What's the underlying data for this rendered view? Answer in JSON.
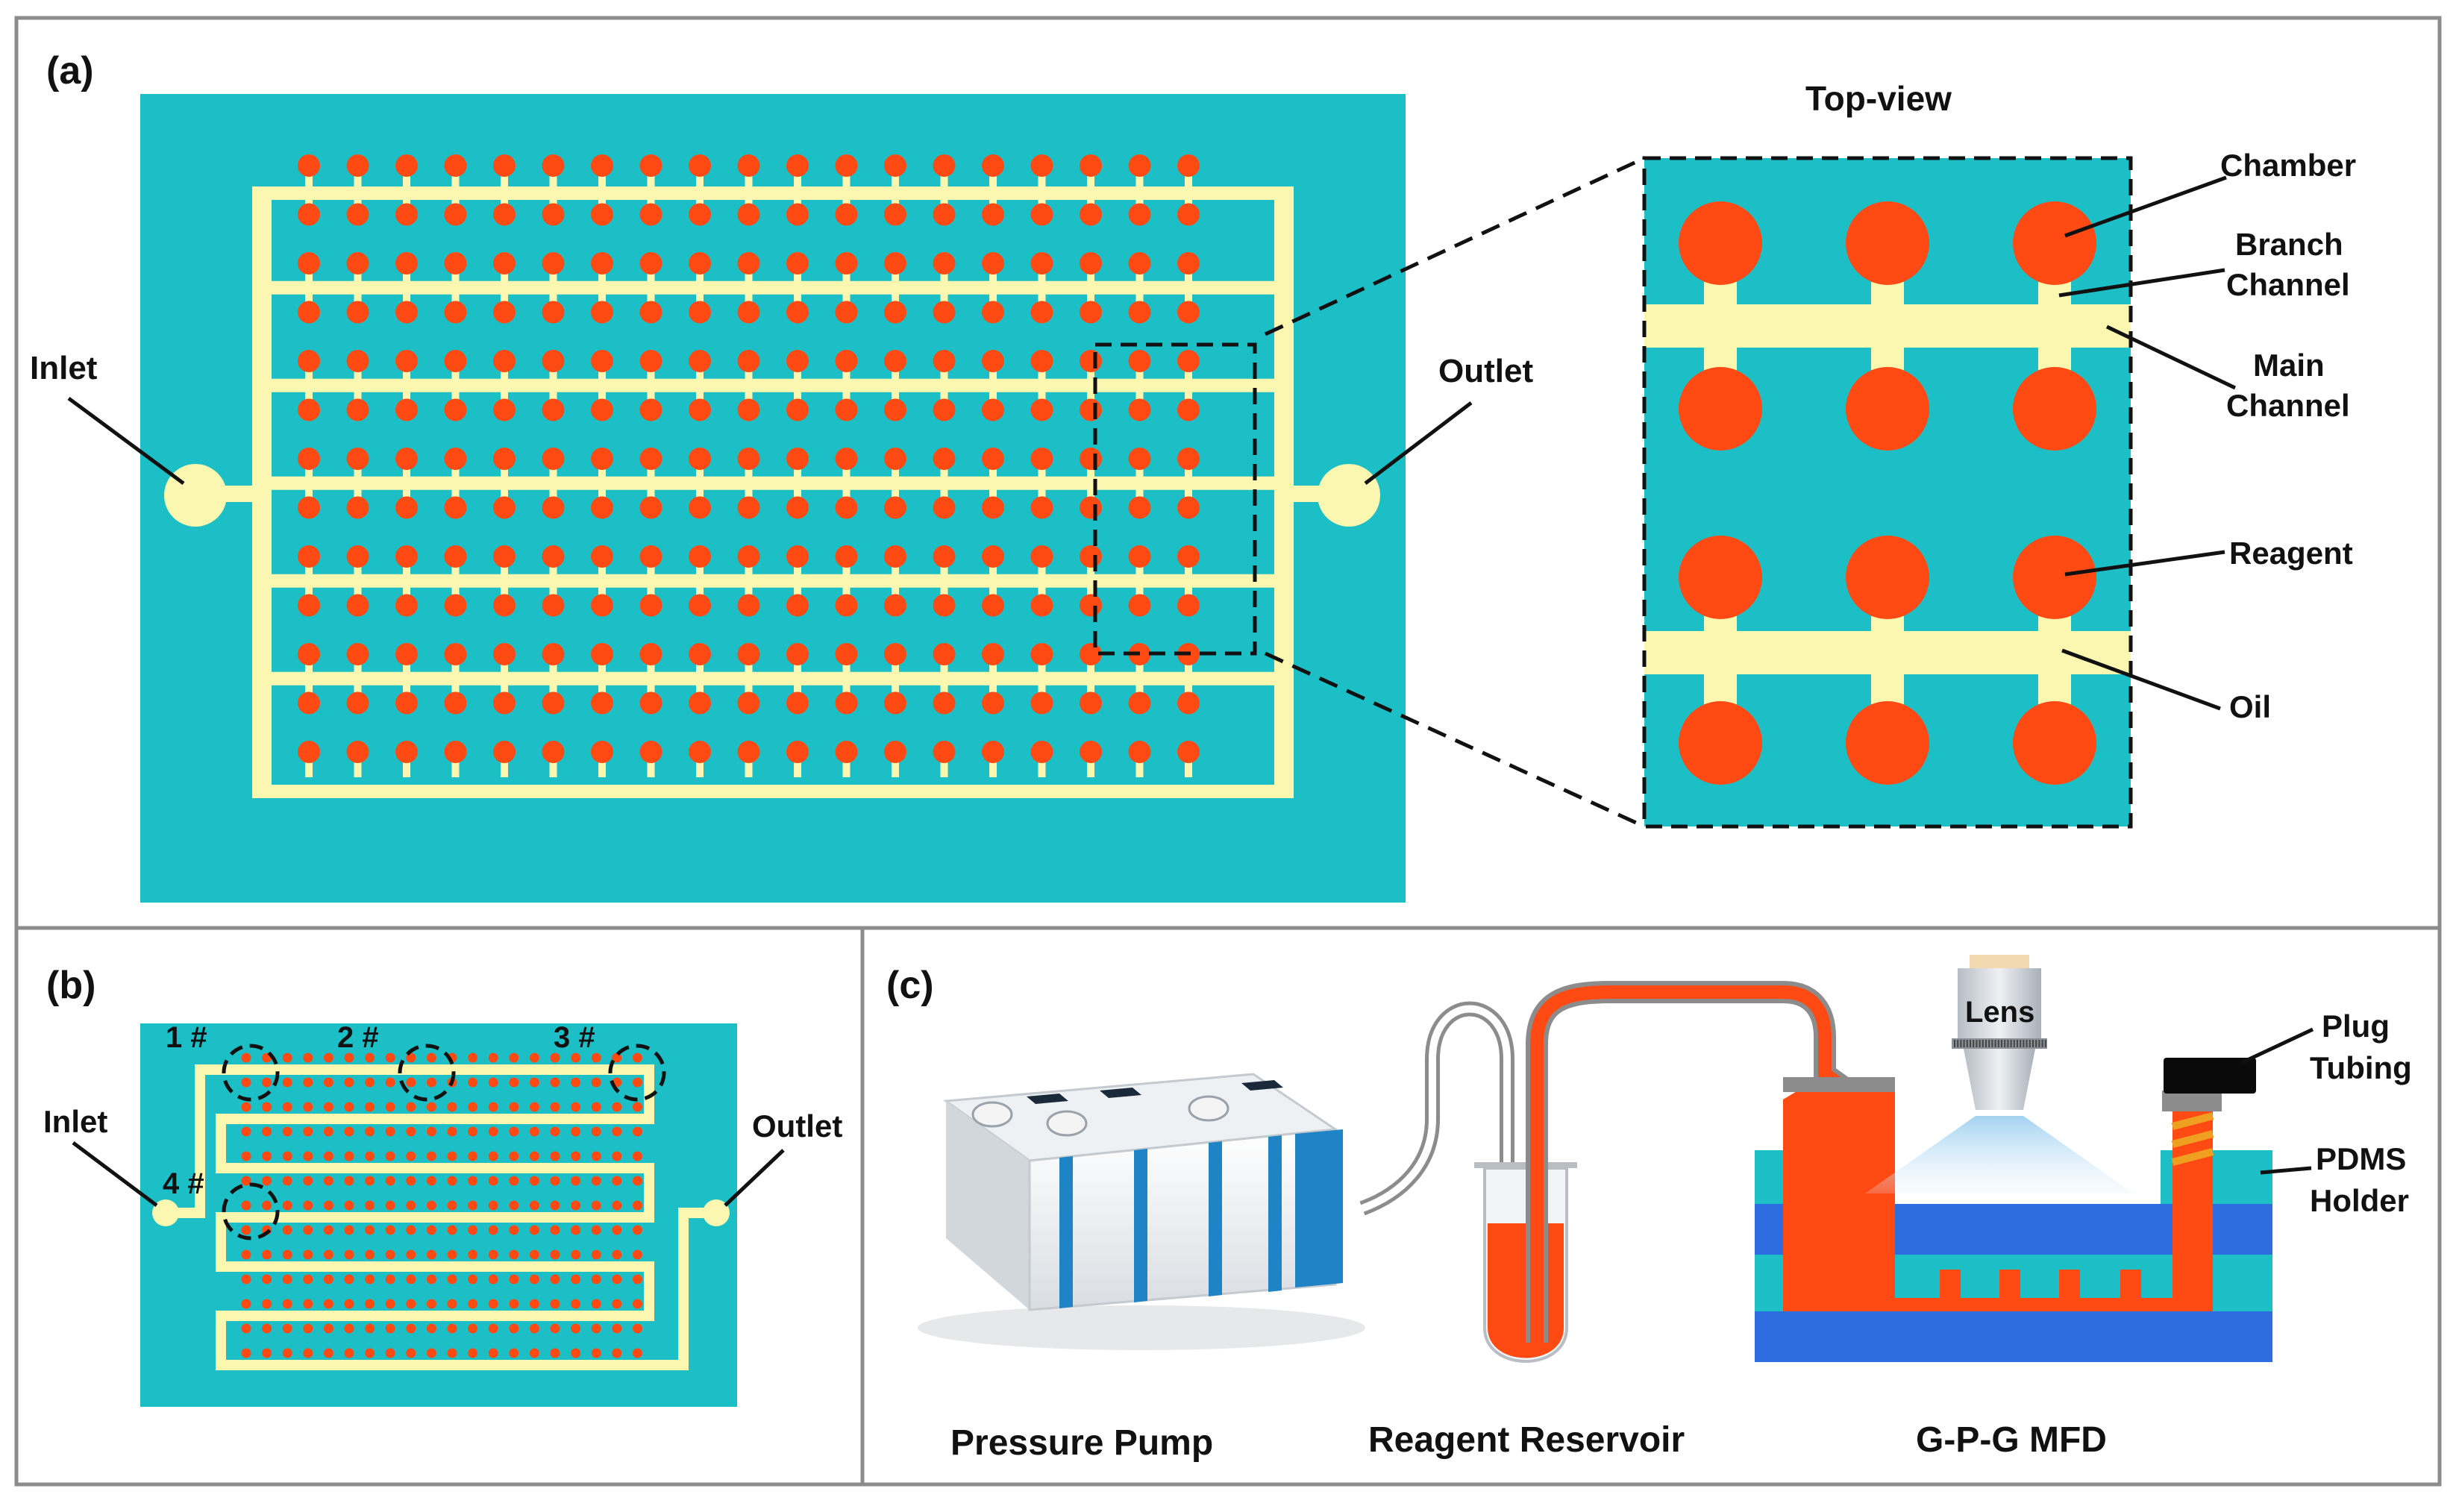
{
  "colors": {
    "substrate": "#1cbfc6",
    "channel": "#fbf6b0",
    "chamber": "#ff4a14",
    "frame": "#8c8c8c",
    "glass": "#2e6de0",
    "pump_blue": "#1e84c6",
    "cap": "#0a0a0a",
    "plug_band": "#f0a020"
  },
  "panel_a": {
    "label": "(a)",
    "inlet": "Inlet",
    "outlet": "Outlet",
    "zoom_title": "Top-view",
    "callouts": {
      "chamber": "Chamber",
      "branch_1": "Branch",
      "branch_2": "Channel",
      "main_1": "Main",
      "main_2": "Channel",
      "reagent": "Reagent",
      "oil": "Oil"
    },
    "array": {
      "rows": 13,
      "columns": 19
    }
  },
  "panel_b": {
    "label": "(b)",
    "inlet": "Inlet",
    "outlet": "Outlet",
    "markers": [
      "1 #",
      "2 #",
      "3 #",
      "4 #"
    ]
  },
  "panel_c": {
    "label": "(c)",
    "captions": {
      "pump": "Pressure Pump",
      "reservoir": "Reagent Reservoir",
      "device": "G-P-G MFD"
    },
    "callouts": {
      "lens": "Lens",
      "plug_1": "Plug",
      "plug_2": "Tubing",
      "pdms_1": "PDMS",
      "pdms_2": "Holder"
    }
  }
}
